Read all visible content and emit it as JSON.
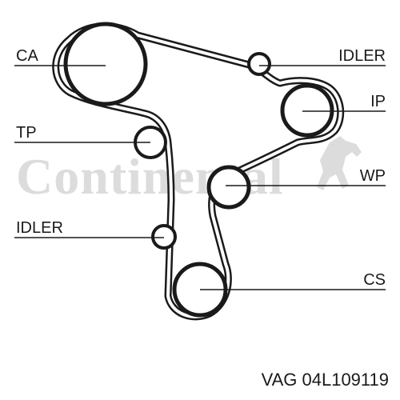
{
  "watermark": {
    "brand": "Continental"
  },
  "labels": {
    "ca": "CA",
    "idler_top": "IDLER",
    "ip": "IP",
    "tp": "TP",
    "wp": "WP",
    "idler_left": "IDLER",
    "cs": "CS"
  },
  "part_number": "VAG 04L109119",
  "colors": {
    "belt": "#1a1a1a",
    "belt_fill": "#ffffff",
    "watermark": "#dcdcdc",
    "text": "#1a1a1a"
  }
}
